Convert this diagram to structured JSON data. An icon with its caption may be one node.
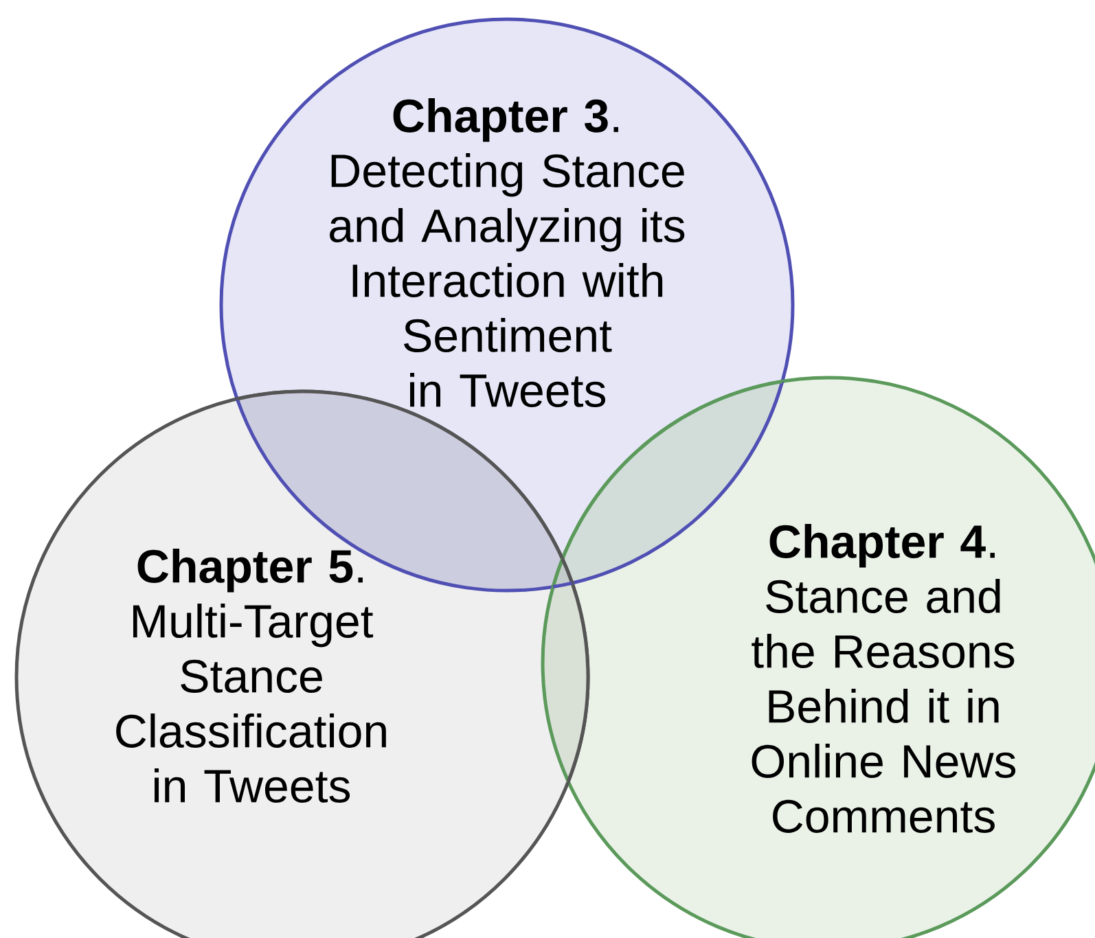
{
  "diagram": {
    "nodes": [
      {
        "text": [
          "**Chapter 3**.",
          "Detecting Stance and Analyzing its Interaction with Sentiment in Tweets"
        ]
      },
      {
        "text": [
          "**Chapter 4**.",
          "Stance and the Reasons Behind it in Online News Comments"
        ]
      },
      {
        "text": [
          "**Chapter 5**.",
          "Multi-Target Stance Classification in Tweets"
        ]
      }
    ]
  }
}
